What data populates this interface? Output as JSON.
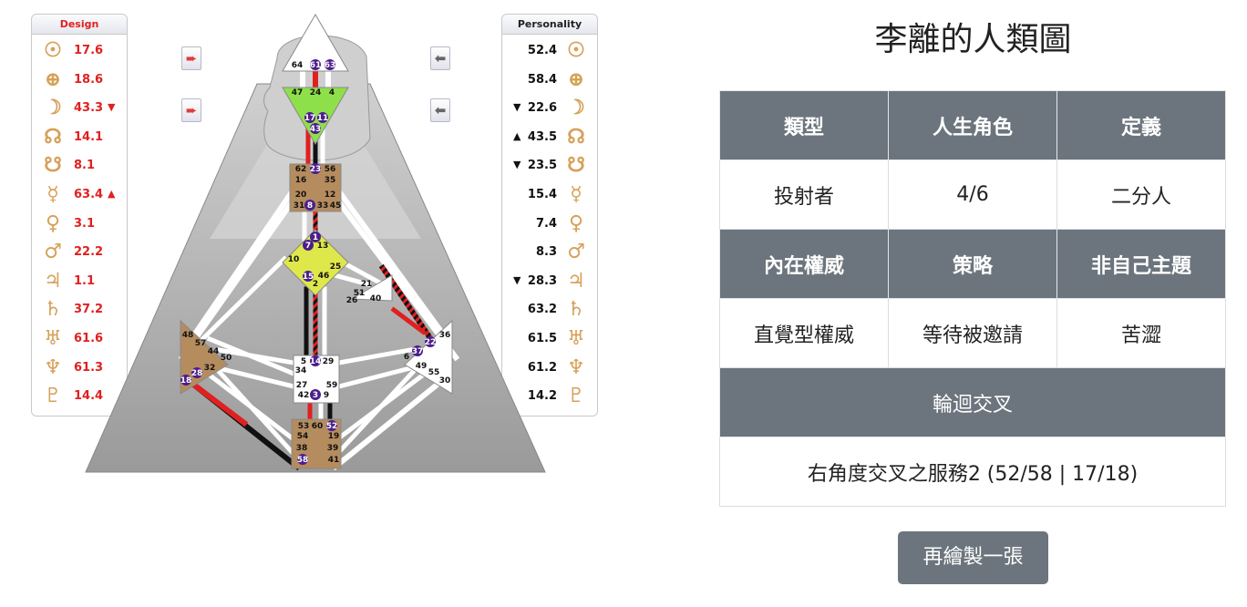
{
  "design": {
    "header": "Design",
    "rows": [
      {
        "icon": "sun-icon",
        "glyph": "☉",
        "value": "17.6",
        "mark": ""
      },
      {
        "icon": "earth-icon",
        "glyph": "⊕",
        "value": "18.6",
        "mark": ""
      },
      {
        "icon": "moon-icon",
        "glyph": "☽",
        "value": "43.3",
        "mark": "▼"
      },
      {
        "icon": "north-node-icon",
        "glyph": "☊",
        "value": "14.1",
        "mark": ""
      },
      {
        "icon": "south-node-icon",
        "glyph": "☋",
        "value": "8.1",
        "mark": ""
      },
      {
        "icon": "mercury-icon",
        "glyph": "☿",
        "value": "63.4",
        "mark": "▲"
      },
      {
        "icon": "venus-icon",
        "glyph": "♀",
        "value": "3.1",
        "mark": ""
      },
      {
        "icon": "mars-icon",
        "glyph": "♂",
        "value": "22.2",
        "mark": ""
      },
      {
        "icon": "jupiter-icon",
        "glyph": "♃",
        "value": "1.1",
        "mark": ""
      },
      {
        "icon": "saturn-icon",
        "glyph": "♄",
        "value": "37.2",
        "mark": ""
      },
      {
        "icon": "uranus-icon",
        "glyph": "♅",
        "value": "61.6",
        "mark": ""
      },
      {
        "icon": "neptune-icon",
        "glyph": "♆",
        "value": "61.3",
        "mark": ""
      },
      {
        "icon": "pluto-icon",
        "glyph": "♇",
        "value": "14.4",
        "mark": ""
      }
    ]
  },
  "personality": {
    "header": "Personality",
    "rows": [
      {
        "icon": "sun-icon",
        "glyph": "☉",
        "value": "52.4",
        "mark": ""
      },
      {
        "icon": "earth-icon",
        "glyph": "⊕",
        "value": "58.4",
        "mark": ""
      },
      {
        "icon": "moon-icon",
        "glyph": "☽",
        "value": "22.6",
        "mark": "▼"
      },
      {
        "icon": "north-node-icon",
        "glyph": "☊",
        "value": "43.5",
        "mark": "▲"
      },
      {
        "icon": "south-node-icon",
        "glyph": "☋",
        "value": "23.5",
        "mark": "▼"
      },
      {
        "icon": "mercury-icon",
        "glyph": "☿",
        "value": "15.4",
        "mark": ""
      },
      {
        "icon": "venus-icon",
        "glyph": "♀",
        "value": "7.4",
        "mark": ""
      },
      {
        "icon": "mars-icon",
        "glyph": "♂",
        "value": "8.3",
        "mark": ""
      },
      {
        "icon": "jupiter-icon",
        "glyph": "♃",
        "value": "28.3",
        "mark": "▼"
      },
      {
        "icon": "saturn-icon",
        "glyph": "♄",
        "value": "63.2",
        "mark": ""
      },
      {
        "icon": "uranus-icon",
        "glyph": "♅",
        "value": "61.5",
        "mark": ""
      },
      {
        "icon": "neptune-icon",
        "glyph": "♆",
        "value": "61.2",
        "mark": ""
      },
      {
        "icon": "pluto-icon",
        "glyph": "♇",
        "value": "14.2",
        "mark": ""
      }
    ]
  },
  "arrows": {
    "design_1": "➨",
    "design_2": "➨",
    "personality_1": "⬅",
    "personality_2": "⬅"
  },
  "gates": {
    "head": [
      "64",
      "61",
      "63"
    ],
    "ajna": [
      "47",
      "24",
      "4",
      "17",
      "11",
      "43"
    ],
    "throat": [
      "62",
      "23",
      "56",
      "16",
      "35",
      "20",
      "12",
      "31",
      "8",
      "33",
      "45"
    ],
    "g": [
      "1",
      "7",
      "13",
      "10",
      "25",
      "15",
      "46",
      "2"
    ],
    "ego": [
      "21",
      "51",
      "26",
      "40"
    ],
    "spleen": [
      "48",
      "57",
      "44",
      "50",
      "32",
      "28",
      "18"
    ],
    "sacral": [
      "5",
      "14",
      "29",
      "34",
      "27",
      "59",
      "42",
      "3",
      "9"
    ],
    "solar": [
      "36",
      "22",
      "37",
      "6",
      "49",
      "55",
      "30"
    ],
    "root": [
      "53",
      "60",
      "52",
      "54",
      "19",
      "38",
      "39",
      "58",
      "41"
    ]
  },
  "title": "李離的人類圖",
  "table": {
    "h1": [
      "類型",
      "人生角色",
      "定義"
    ],
    "v1": [
      "投射者",
      "4/6",
      "二分人"
    ],
    "h2": [
      "內在權威",
      "策略",
      "非自己主題"
    ],
    "v2": [
      "直覺型權威",
      "等待被邀請",
      "苦澀"
    ],
    "cross_label": "輪迴交叉",
    "cross_value": "右角度交叉之服務2 (52/58 | 17/18)"
  },
  "button": "再繪製一張"
}
